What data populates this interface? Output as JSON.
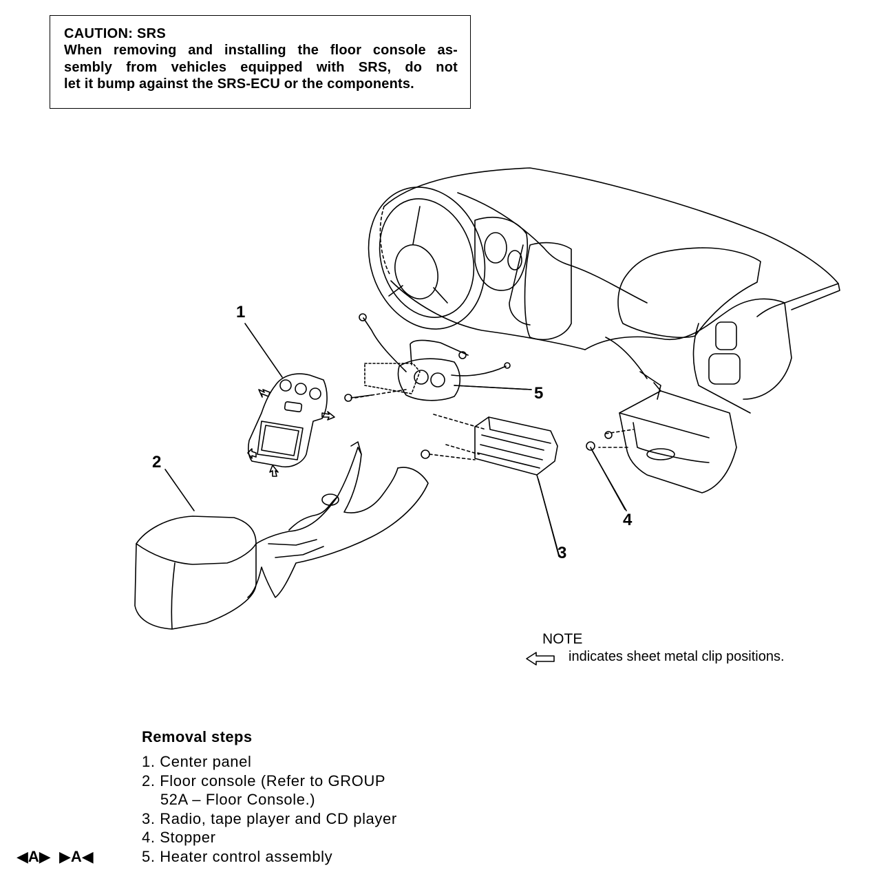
{
  "caution": {
    "title": "CAUTION: SRS",
    "lines": [
      "When removing and installing the floor console as-",
      "sembly from vehicles equipped with SRS, do not",
      "let it bump against the SRS-ECU or the components."
    ]
  },
  "callouts": {
    "c1": "1",
    "c2": "2",
    "c3": "3",
    "c4": "4",
    "c5": "5"
  },
  "note": {
    "label": "NOTE",
    "text": "indicates sheet metal clip positions."
  },
  "removal": {
    "title": "Removal steps",
    "steps": [
      "1. Center panel",
      "2. Floor console (Refer to GROUP",
      "    52A – Floor Console.)",
      "3. Radio, tape player and CD player",
      "4. Stopper",
      "5. Heater control assembly"
    ]
  },
  "marks": {
    "left": "◀A▶  ▶A◀"
  }
}
